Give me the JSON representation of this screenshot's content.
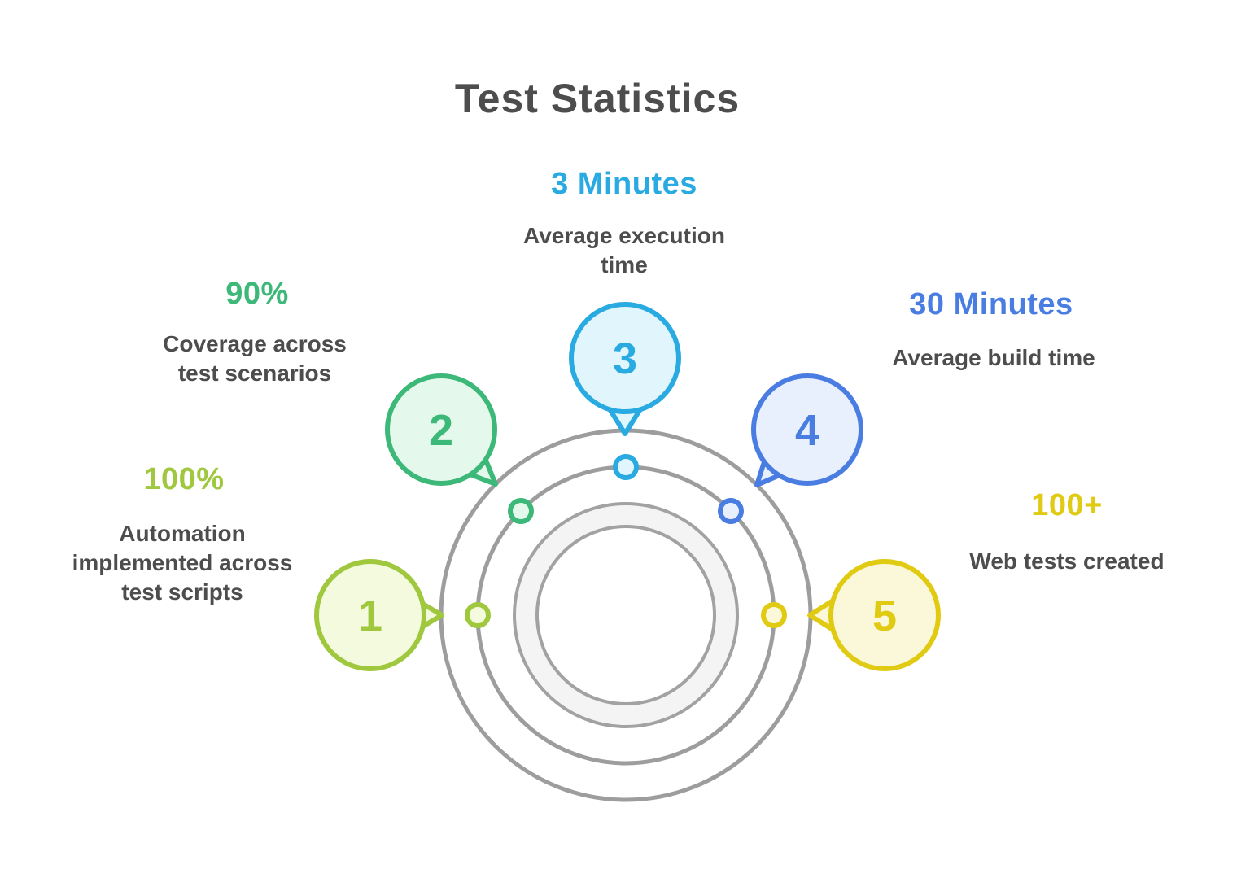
{
  "title": "Test Statistics",
  "text_color": "#4d4d4d",
  "rings": {
    "color": "#9d9d9d",
    "donut_fill": "#f4f4f4",
    "donut_edge": "#a2a2a2"
  },
  "stats": [
    {
      "number": "1",
      "value": "100%",
      "label": "Automation implemented across test scripts",
      "accent": "#9fc83e",
      "fill": "#f4fade"
    },
    {
      "number": "2",
      "value": "90%",
      "label": "Coverage across test scenarios",
      "accent": "#3cb878",
      "fill": "#e4f8ec"
    },
    {
      "number": "3",
      "value": "3 Minutes",
      "label": "Average execution time",
      "accent": "#29abe2",
      "fill": "#e1f5fc"
    },
    {
      "number": "4",
      "value": "30 Minutes",
      "label": "Average build time",
      "accent": "#4a7de2",
      "fill": "#e9f0fd"
    },
    {
      "number": "5",
      "value": "100+",
      "label": "Web tests created",
      "accent": "#e0ca12",
      "fill": "#fbf8da"
    }
  ]
}
